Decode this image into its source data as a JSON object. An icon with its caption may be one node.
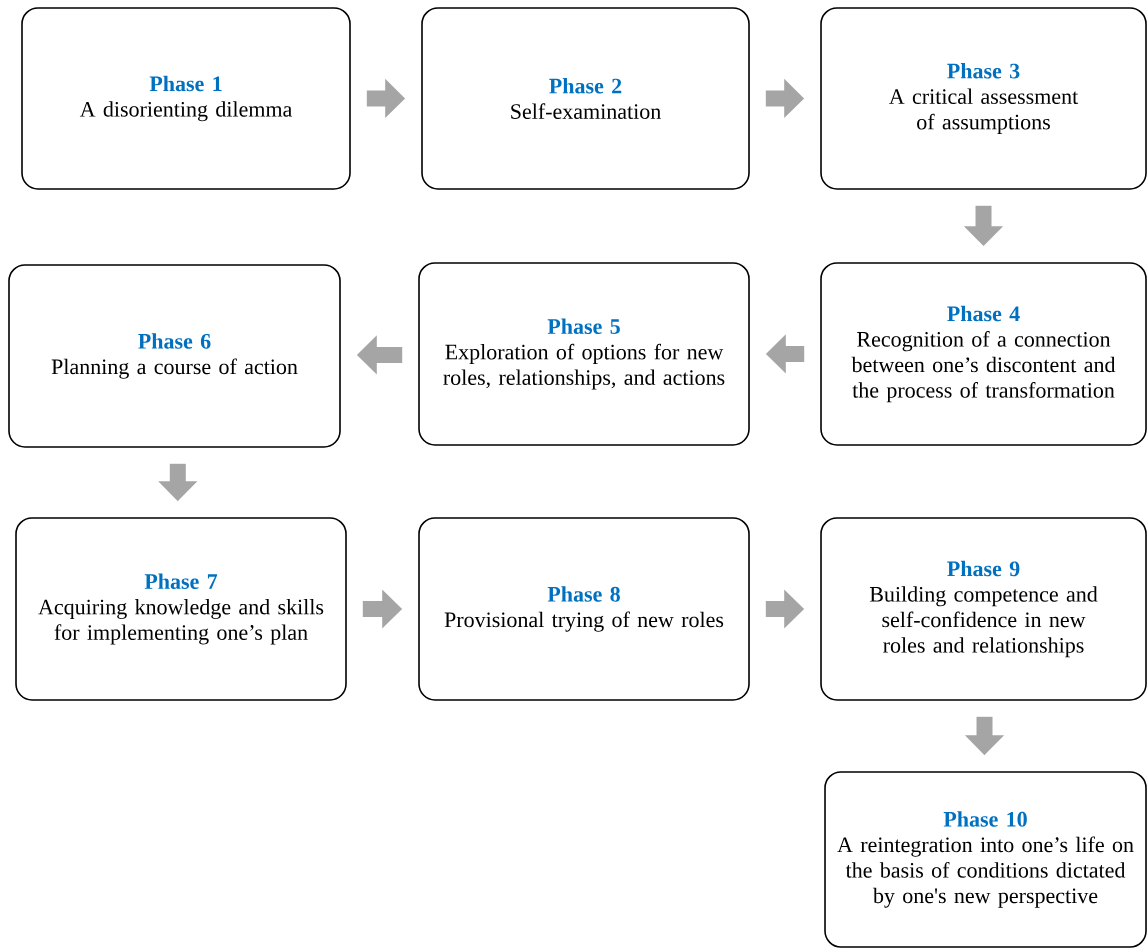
{
  "diagram": {
    "nodes": [
      {
        "text": [
          "Phase 1",
          "A disorienting dilemma"
        ]
      },
      {
        "text": [
          "Phase 2",
          "Self-examination"
        ]
      },
      {
        "text": [
          "Phase 3",
          "A critical assessment of assumptions"
        ]
      },
      {
        "text": [
          "Phase 4",
          "Recognition of a connection between one’s discontent and the process of transformation"
        ]
      },
      {
        "text": [
          "Phase 5",
          "Exploration of options for new roles, relationships, and actions"
        ]
      },
      {
        "text": [
          "Phase 6",
          "Planning a course of action"
        ]
      },
      {
        "text": [
          "Phase 7",
          "Acquiring knowledge and skills for implementing one’s plan"
        ]
      },
      {
        "text": [
          "Phase 8",
          "Provisional trying of new roles"
        ]
      },
      {
        "text": [
          "Phase 9",
          "Building competence and self-confidence in new roles and relationships"
        ]
      },
      {
        "text": [
          "Phase 10",
          "A reintegration into one’s life on the basis of conditions dictated by one's new perspective"
        ]
      }
    ],
    "edges": [
      {
        "from": 0,
        "to": 1,
        "arrow": "to"
      },
      {
        "from": 1,
        "to": 2,
        "arrow": "to"
      },
      {
        "from": 2,
        "to": 3,
        "arrow": "to"
      },
      {
        "from": 3,
        "to": 4,
        "arrow": "to"
      },
      {
        "from": 4,
        "to": 5,
        "arrow": "to"
      },
      {
        "from": 5,
        "to": 6,
        "arrow": "to"
      },
      {
        "from": 6,
        "to": 7,
        "arrow": "to"
      },
      {
        "from": 7,
        "to": 8,
        "arrow": "to"
      },
      {
        "from": 8,
        "to": 9,
        "arrow": "to"
      }
    ]
  }
}
